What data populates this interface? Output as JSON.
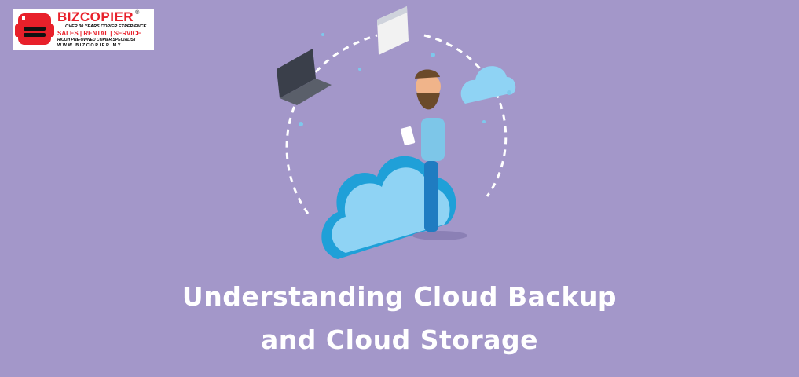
{
  "logo": {
    "brand": "BIZCOPIER",
    "registered": "®",
    "tagline": "OVER 30 YEARS COPIER EXPERIENCE",
    "services": "SALES | RENTAL | SERVICE",
    "specialist": "RICOH PRE-OWNED COPIER SPECIALIST",
    "website": "WWW.BIZCOPIER.MY",
    "brand_color": "#e8202a"
  },
  "headline": {
    "line1": "Understanding Cloud Backup",
    "line2": "and Cloud Storage"
  },
  "colors": {
    "background": "#a397c9",
    "cloud_light": "#8fd3f4",
    "cloud_dark": "#1fa0d8"
  }
}
